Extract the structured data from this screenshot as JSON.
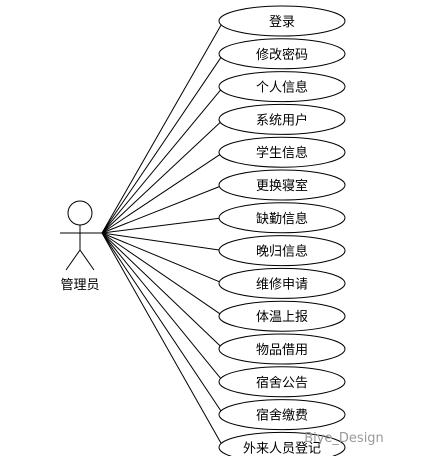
{
  "actor": {
    "label": "管理员"
  },
  "use_cases": [
    {
      "label": "登录"
    },
    {
      "label": "修改密码"
    },
    {
      "label": "个人信息"
    },
    {
      "label": "系统用户"
    },
    {
      "label": "学生信息"
    },
    {
      "label": "更换寝室"
    },
    {
      "label": "缺勤信息"
    },
    {
      "label": "晚归信息"
    },
    {
      "label": "维修申请"
    },
    {
      "label": "体温上报"
    },
    {
      "label": "物品借用"
    },
    {
      "label": "宿舍公告"
    },
    {
      "label": "宿舍缴费"
    },
    {
      "label": "外来人员登记"
    }
  ],
  "watermark": {
    "text": "Biye_Design"
  },
  "colors": {
    "stroke": "#000000",
    "fill": "#ffffff",
    "watermark": "#9a9a9a"
  }
}
